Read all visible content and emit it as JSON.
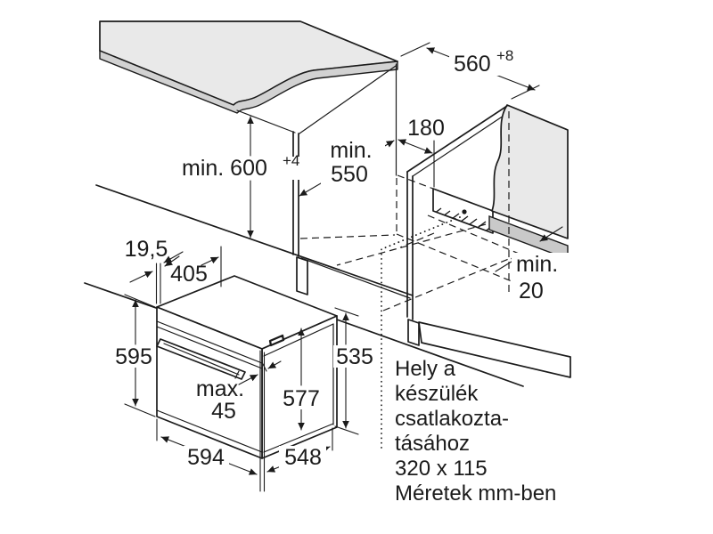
{
  "diagram_title": "built-in-oven-niche-installation-drawing",
  "colors": {
    "line": "#1b1b1b",
    "countertop_surface": "#e9e9e9",
    "countertop_edge": "#d2d2d2",
    "wall_surface": "#e9e9e9",
    "plinth": "#c9c9c9",
    "background": "#ffffff"
  },
  "dims": {
    "niche_height": {
      "main": "min. 600",
      "sup": "+4"
    },
    "niche_depth": {
      "line1": "min.",
      "line2": "550"
    },
    "niche_width": {
      "main": "560",
      "sup": "+8"
    },
    "connection_offset": "180",
    "rear_clearance": {
      "line1": "min.",
      "line2": "20"
    },
    "door_offset": "19,5",
    "front_depth": "405",
    "oven_height": "595",
    "handle_depth": {
      "line1": "max.",
      "line2": "45"
    },
    "inner_height": "577",
    "body_height": "535",
    "oven_width": "594",
    "oven_depth": "548"
  },
  "note": {
    "lines": [
      "Hely a",
      "készülék",
      "csatlakozta-",
      "tásához",
      "320 x 115",
      "Méretek mm-ben"
    ]
  }
}
